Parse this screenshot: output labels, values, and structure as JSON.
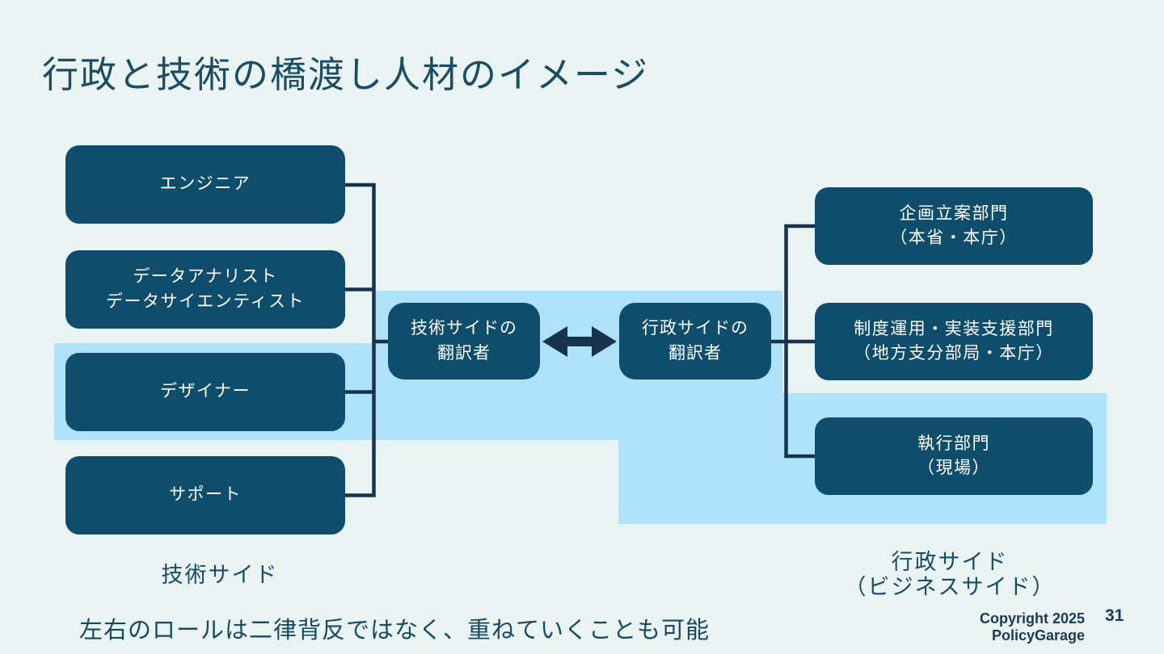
{
  "slide": {
    "title": "行政と技術の橋渡し人材のイメージ",
    "note": "左右のロールは二律背反ではなく、重ねていくことも可能",
    "copyright": "Copyright 2025 PolicyGarage",
    "page_number": "31"
  },
  "colors": {
    "background": "#e8f3f2",
    "node_fill": "#0f4d6d",
    "node_text": "#ffffff",
    "highlight_band": "#aee2fb",
    "connector": "#17344e",
    "heading_text": "#1a4c63"
  },
  "tech_side": {
    "group_label": "技術サイド",
    "roles": [
      {
        "lines": [
          "エンジニア"
        ]
      },
      {
        "lines": [
          "データアナリスト",
          "データサイエンティスト"
        ]
      },
      {
        "lines": [
          "デザイナー"
        ]
      },
      {
        "lines": [
          "サポート"
        ]
      }
    ],
    "translator": {
      "lines": [
        "技術サイドの",
        "翻訳者"
      ]
    }
  },
  "gov_side": {
    "group_label_lines": [
      "行政サイド",
      "（ビジネスサイド）"
    ],
    "departments": [
      {
        "lines": [
          "企画立案部門",
          "（本省・本庁）"
        ]
      },
      {
        "lines": [
          "制度運用・実装支援部門",
          "（地方支分部局・本庁）"
        ]
      },
      {
        "lines": [
          "執行部門",
          "（現場）"
        ]
      }
    ],
    "translator": {
      "lines": [
        "行政サイドの",
        "翻訳者"
      ]
    }
  }
}
